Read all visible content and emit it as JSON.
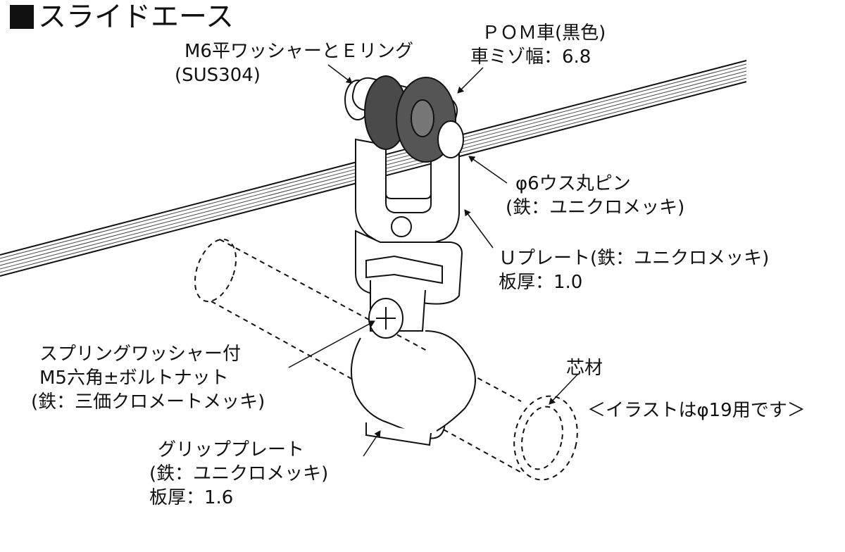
{
  "title": "スライドエース",
  "labels": {
    "washer": {
      "line1": "M6平ワッシャーとＥリング",
      "line2": "(SUS304)"
    },
    "pom": {
      "line1": "ＰＯＭ車(黒色)",
      "line2": "車ミゾ幅：6.8"
    },
    "pin": {
      "line1": "φ6ウス丸ピン",
      "line2": "(鉄：ユニクロメッキ)"
    },
    "uplate": {
      "line1": "Ｕプレート(鉄：ユニクロメッキ)",
      "line2": "板厚：1.0"
    },
    "bolt": {
      "line1": "スプリングワッシャー付",
      "line2": "M5六角±ボルトナット",
      "line3": "(鉄：三価クロメートメッキ)"
    },
    "core": {
      "line1": "芯材"
    },
    "note": {
      "line1": "＜イラストはφ19用です＞"
    },
    "grip": {
      "line1": "グリッププレート",
      "line2": "(鉄：ユニクロメッキ)",
      "line3": "板厚：1.6"
    }
  },
  "colors": {
    "ink": "#111111",
    "wheel": "#555555",
    "paper": "#ffffff"
  }
}
